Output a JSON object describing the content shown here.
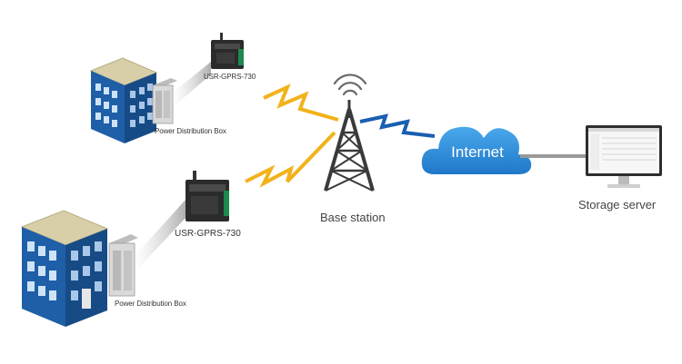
{
  "nodes": {
    "modem_top": "USR-GPRS-730",
    "modem_bottom": "USR-GPRS-730",
    "power_box_top": "Power Distribution Box",
    "power_box_bottom": "Power Distribution Box",
    "base_station": "Base station",
    "internet": "Internet",
    "storage_server": "Storage server"
  },
  "colors": {
    "building_blue": "#1e5fa8",
    "building_roof": "#d8cfa8",
    "signal_yellow": "#f2b21b",
    "signal_blue": "#1a5fb0",
    "cloud_blue": "#2d8fd8",
    "tower": "#3a3a3a"
  }
}
